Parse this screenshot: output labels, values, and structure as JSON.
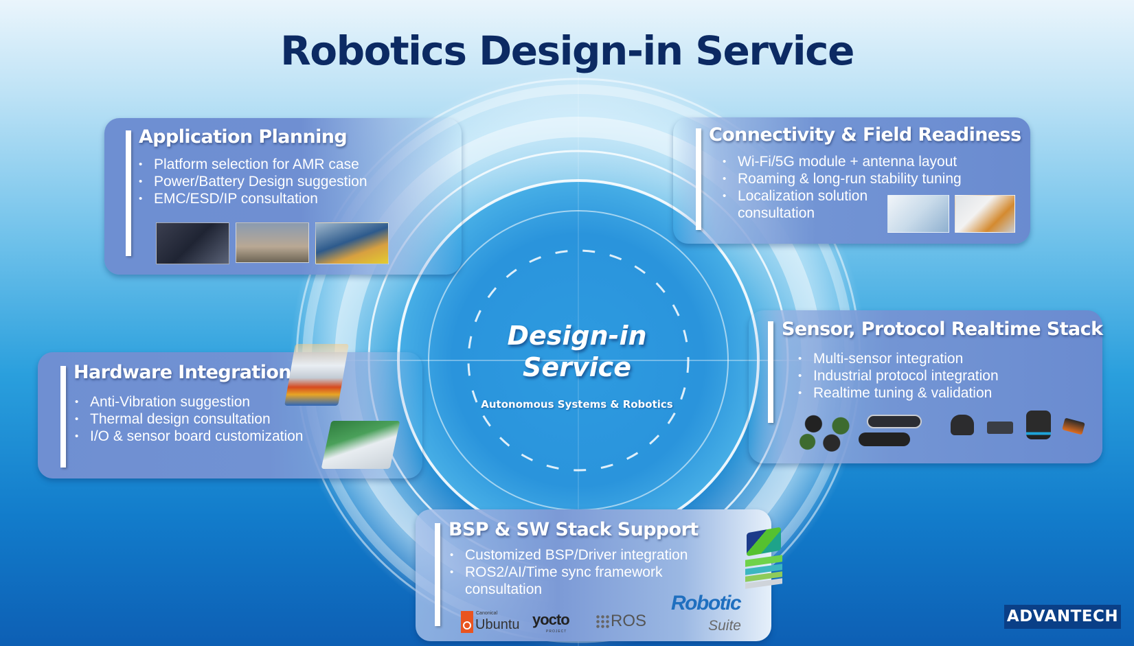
{
  "title": "Robotics Design-in Service",
  "center": {
    "title_line1": "Design-in",
    "title_line2": "Service",
    "subtitle": "Autonomous Systems & Robotics"
  },
  "panels": {
    "application_planning": {
      "title": "Application Planning",
      "items": [
        "Platform selection for AMR case",
        "Power/Battery Design suggestion",
        "EMC/ESD/IP consultation"
      ],
      "images": [
        "warehouse-amr-image",
        "service-robot-airport-image",
        "container-forklift-image"
      ]
    },
    "connectivity": {
      "title": "Connectivity & Field Readiness",
      "items": [
        "Wi-Fi/5G module + antenna layout",
        "Roaming & long-run stability tuning",
        "Localization solution consultation"
      ],
      "images": [
        "localization-map-image",
        "amr-fleet-image"
      ]
    },
    "hardware": {
      "title": "Hardware Integration",
      "items": [
        "Anti-Vibration suggestion",
        "Thermal design consultation",
        "I/O & sensor board customization"
      ],
      "images": [
        "thermal-simulation-image",
        "io-board-image"
      ]
    },
    "sensor": {
      "title": "Sensor, Protocol Realtime Stack",
      "items": [
        "Multi-sensor integration",
        "Industrial protocol integration",
        "Realtime tuning & validation"
      ],
      "images": [
        "camera-modules-image",
        "depth-camera-image",
        "lidar-image",
        "tof-sensor-image",
        "3d-lidar-image",
        "imu-image"
      ]
    },
    "bsp": {
      "title": "BSP & SW Stack Support",
      "items": [
        "Customized BSP/Driver integration",
        "ROS2/AI/Time sync framework consultation"
      ],
      "logos": {
        "ubuntu_top": "Canonical",
        "ubuntu": "Ubuntu",
        "yocto": "yocto",
        "yocto_sub": "PROJECT",
        "ros": "ROS",
        "robotic": "Robotic",
        "suite": "Suite"
      }
    }
  },
  "brand": "ADVANTECH",
  "colors": {
    "title": "#0c2a63",
    "panel": "#6e8fd2",
    "brand_bg": "#0a3f87",
    "ubuntu_orange": "#e95420",
    "robotic_blue": "#1f6fbf"
  }
}
